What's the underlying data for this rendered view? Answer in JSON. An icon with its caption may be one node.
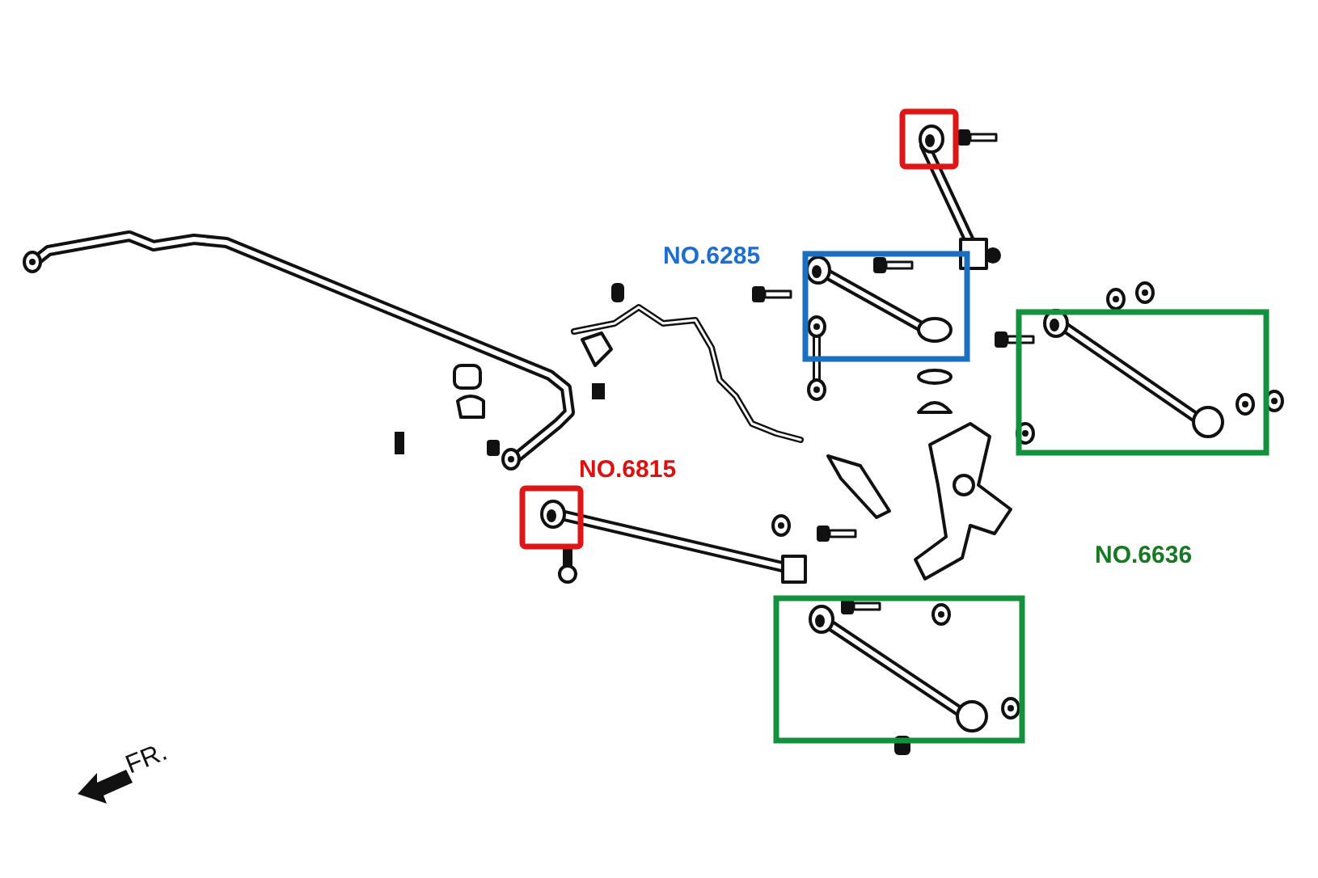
{
  "diagram": {
    "labels": [
      "NO.6285",
      "NO.6815",
      "NO.6636",
      "FR."
    ]
  }
}
